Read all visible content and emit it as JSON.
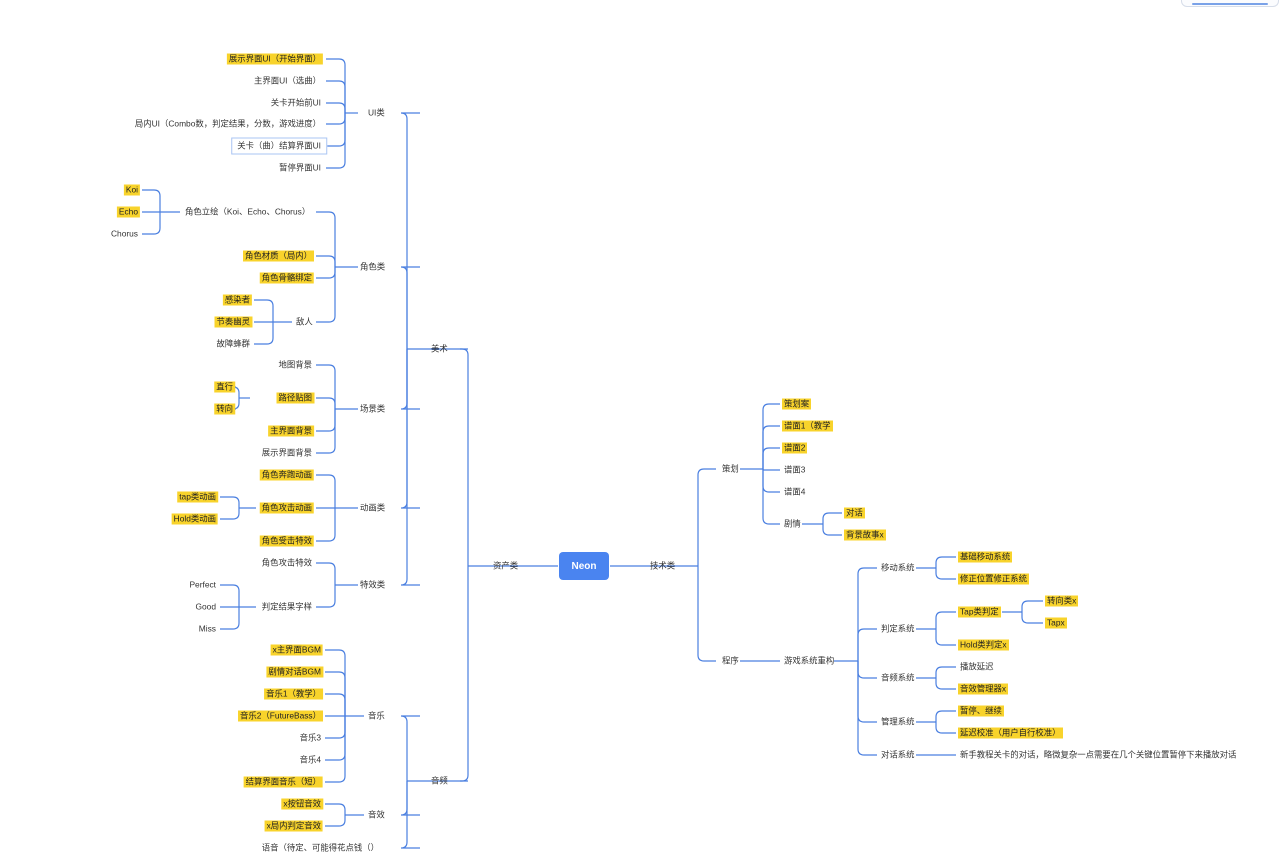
{
  "root": {
    "label": "Neon"
  },
  "left": {
    "assets": {
      "label": "资产类"
    },
    "art": {
      "label": "美术"
    },
    "audio": {
      "label": "音频"
    },
    "ui": {
      "label": "UI类",
      "items": [
        "展示界面UI（开始界面）",
        "主界面UI（选曲）",
        "关卡开始前UI",
        "局内UI（Combo数，判定结果，分数，游戏进度）",
        "关卡（曲）结算界面UI",
        "暂停界面UI"
      ]
    },
    "character": {
      "label": "角色类",
      "portrait": {
        "label": "角色立绘（Koi、Echo、Chorus）",
        "items": [
          "Koi",
          "Echo",
          "Chorus"
        ]
      },
      "material": "角色材质（局内）",
      "rig": "角色骨骼绑定",
      "enemy": {
        "label": "敌人",
        "items": [
          "感染者",
          "节奏幽灵",
          "故障蜂群"
        ]
      }
    },
    "scene": {
      "label": "场景类",
      "map_bg": "地图背景",
      "path_tex": {
        "label": "路径贴图",
        "items": [
          "直行",
          "转向"
        ]
      },
      "main_bg": "主界面背景",
      "show_bg": "展示界面背景"
    },
    "anim": {
      "label": "动画类",
      "run": "角色奔跑动画",
      "attack": {
        "label": "角色攻击动画",
        "items": [
          "tap类动画",
          "Hold类动画"
        ]
      },
      "hurt": "角色受击特效"
    },
    "fx": {
      "label": "特效类",
      "attack_fx": "角色攻击特效",
      "judge_font": {
        "label": "判定结果字样",
        "items": [
          "Perfect",
          "Good",
          "Miss"
        ]
      }
    },
    "music": {
      "label": "音乐",
      "items": [
        "x主界面BGM",
        "剧情对话BGM",
        "音乐1（教学）",
        "音乐2（FutureBass）",
        "音乐3",
        "音乐4",
        "结算界面音乐（短）"
      ]
    },
    "sfx": {
      "label": "音效",
      "items": [
        "x按钮音效",
        "x局内判定音效"
      ]
    },
    "voice": {
      "label": "语音（待定、可能得花点钱（）"
    }
  },
  "right": {
    "tech": {
      "label": "技术类"
    },
    "design": {
      "label": "策划",
      "items": [
        "策划案",
        "谱面1（教学",
        "谱面2",
        "谱面3",
        "谱面4"
      ],
      "story": {
        "label": "剧情",
        "items": [
          "对话",
          "背景故事x"
        ]
      }
    },
    "program": {
      "label": "程序"
    },
    "arch": {
      "label": "游戏系统重构"
    },
    "move": {
      "label": "移动系统",
      "items": [
        "基础移动系统",
        "修正位置修正系统"
      ]
    },
    "judge": {
      "label": "判定系统",
      "tap": {
        "label": "Tap类判定",
        "items": [
          "转向类x",
          "Tapx"
        ]
      },
      "hold": "Hold类判定x"
    },
    "sound": {
      "label": "音频系统",
      "items": [
        "播放延迟",
        "音效管理器x"
      ]
    },
    "manage": {
      "label": "管理系统",
      "items": [
        "暂停、继续",
        "延迟校准（用户自行校准）"
      ]
    },
    "dialog": {
      "label": "对话系统",
      "desc": "新手教程关卡的对话，略微复杂一点需要在几个关键位置暂停下来播放对话"
    }
  },
  "colors": {
    "line": "#4a7fe0",
    "root": "#4a84f0",
    "highlight": "#f8d32b",
    "selection": "#a9c4f3"
  }
}
